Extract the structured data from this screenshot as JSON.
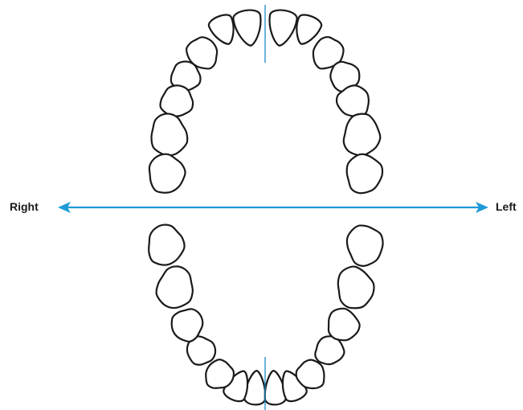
{
  "labels": {
    "right": "Right",
    "left": "Left"
  },
  "colors": {
    "arrow": "#1e9ad6",
    "midline": "#1e88c8",
    "tooth_outline": "#1a1a1a"
  },
  "arches": [
    {
      "name": "upper",
      "tooth_count": 14
    },
    {
      "name": "lower",
      "tooth_count": 14
    }
  ]
}
